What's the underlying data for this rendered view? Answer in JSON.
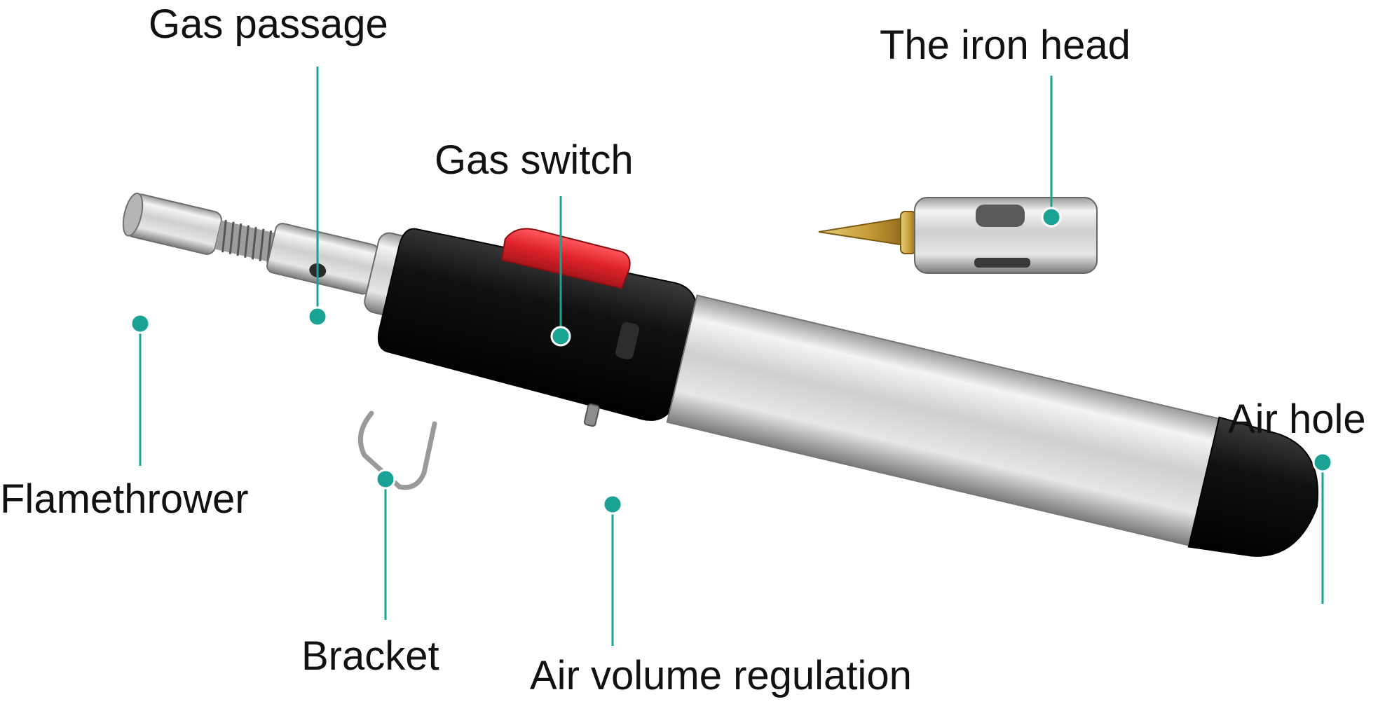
{
  "colors": {
    "leader": "#1aa394",
    "body_silver_light": "#f2f2f2",
    "body_silver_dark": "#8c8c8c",
    "grip_black": "#141414",
    "switch_red": "#e0232b",
    "tip_gold": "#c9a640"
  },
  "labels": {
    "gas_passage": "Gas passage",
    "iron_head": "The iron head",
    "gas_switch": "Gas switch",
    "air_hole": "Air hole",
    "flamethrower": "Flamethrower",
    "bracket": "Bracket",
    "air_volume_regulation": "Air volume regulation"
  }
}
